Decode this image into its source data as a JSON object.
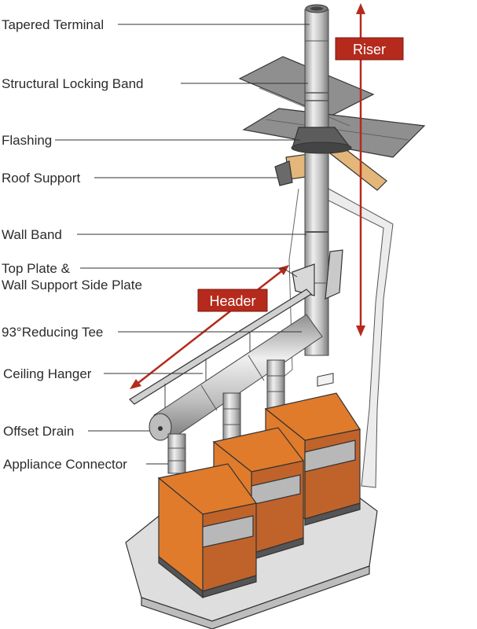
{
  "labels": {
    "tapered_terminal": "Tapered Terminal",
    "structural_locking_band": "Structural Locking Band",
    "flashing": "Flashing",
    "roof_support": "Roof Support",
    "wall_band": "Wall Band",
    "top_plate_line1": "Top Plate &",
    "top_plate_line2": "Wall Support Side Plate",
    "reducing_tee": "93°Reducing Tee",
    "ceiling_hanger": "Ceiling Hanger",
    "offset_drain": "Offset Drain",
    "appliance_connector": "Appliance Connector"
  },
  "tags": {
    "riser": "Riser",
    "header": "Header"
  },
  "colors": {
    "tag_red": "#b52a1c",
    "appliance_orange": "#e07b2c",
    "appliance_side": "#c0632a",
    "pipe_steel": "#c9c9c9",
    "roof_gray": "#8f8f8f",
    "wood": "#e3b77a",
    "floor": "#dedede"
  }
}
